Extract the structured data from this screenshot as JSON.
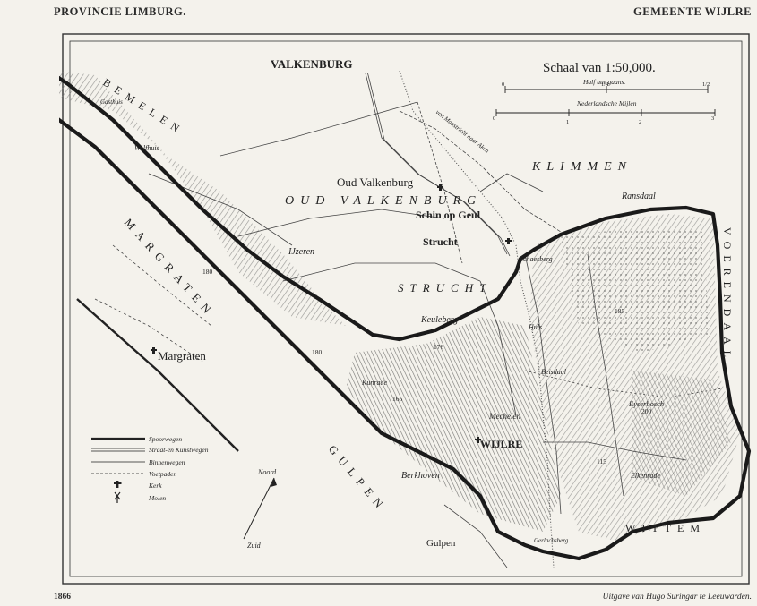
{
  "header": {
    "province": "PROVINCIE LIMBURG.",
    "municipality": "GEMEENTE WIJLRE"
  },
  "scale": {
    "title": "Schaal van 1:50,000.",
    "bar1_caption": "Half uur gaans.",
    "bar1_ticks": [
      "0",
      "1/4",
      "1/2"
    ],
    "bar2_caption": "Nederlandsche Mijlen",
    "bar2_ticks": [
      "0",
      "1",
      "2",
      "3"
    ]
  },
  "regions": {
    "valkenburg": "VALKENBURG",
    "bemelen": "BEMELEN",
    "margraten": "MARGRATEN",
    "oud_valkenburg": "OUD VALKENBURG",
    "klimmen": "KLIMMEN",
    "voerendaal": "VOERENDAAL",
    "strucht": "STRUCHT",
    "gulpen": "GULPEN",
    "wittem": "WITTEM"
  },
  "places": {
    "oud_valkenburg": "Oud Valkenburg",
    "schin_op_geul": "Schin op Geul",
    "strucht": "Strucht",
    "ransdaal": "Ransdaal",
    "ijzeren": "IJzeren",
    "margraten": "Margraten",
    "keutenberg": "Keuleberg",
    "schaeberg": "Schaesberg",
    "wijlre": "WIJLRE",
    "berghoven": "Berkhoven",
    "gulpen": "Gulpen",
    "mechelen": "Mechelen",
    "wolfhuis": "Wolfhuis",
    "gasthuis": "Gasthuis",
    "kunrade": "Kunrade",
    "eyserbosch": "Eyserbosch",
    "huls": "Huls",
    "beisdaal": "Beisdaal",
    "elkenrade": "Elkenrade",
    "gerlachsberg": "Gerlachsberg"
  },
  "roads_label": "van Maastricht naar Aken",
  "elevations": [
    "180",
    "185",
    "176",
    "165",
    "200",
    "115",
    "180"
  ],
  "legend": {
    "items": [
      {
        "label": "Spoorwegen",
        "style": "thick"
      },
      {
        "label": "Straat-en Kunstwegen",
        "style": "double"
      },
      {
        "label": "Binnenwegen",
        "style": "thin"
      },
      {
        "label": "Voetpaden",
        "style": "dashed"
      },
      {
        "label": "Kerk",
        "style": "church"
      },
      {
        "label": "Molen",
        "style": "mill"
      }
    ]
  },
  "north_arrow": {
    "north": "Noord",
    "south": "Zuid"
  },
  "footer": {
    "year": "1866",
    "publisher": "Uitgave van Hugo Suringar te Leeuwarden."
  },
  "colors": {
    "ink": "#222222",
    "paper": "#f4f2ec",
    "shade": "#9a9a98"
  }
}
